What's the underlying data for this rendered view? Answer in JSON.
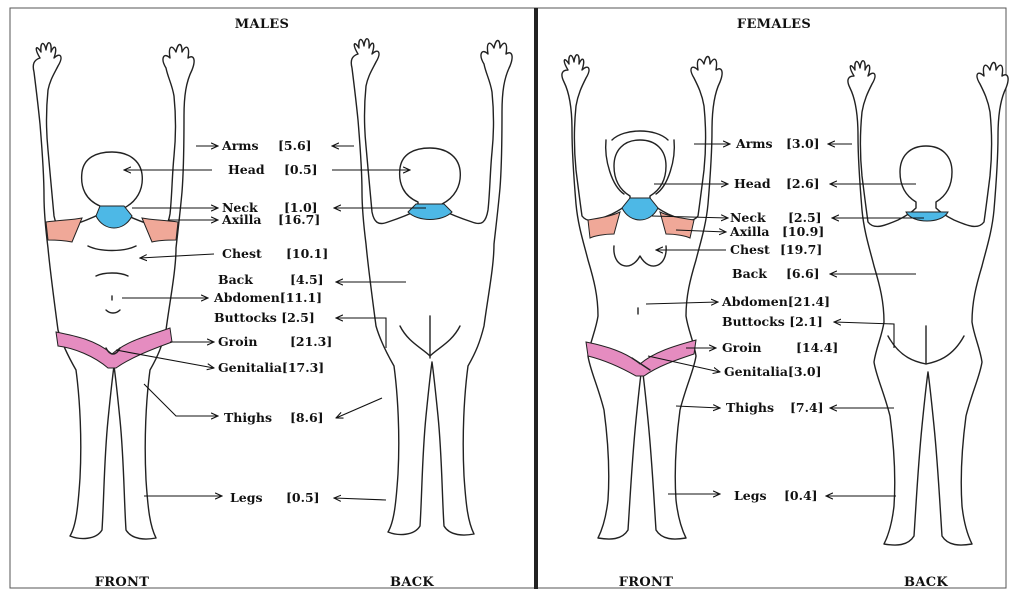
{
  "colors": {
    "neck": "#4db8e6",
    "axilla": "#f0a898",
    "groin": "#e58cc0",
    "outline": "#222222",
    "divider": "#222222"
  },
  "panels": {
    "males": {
      "title": "MALES",
      "front": "FRONT",
      "back": "BACK",
      "labels": {
        "arms": "Arms",
        "arms_value": "[5.6]",
        "head": "Head",
        "head_value": "[0.5]",
        "neck": "Neck",
        "neck_value": "[1.0]",
        "axilla": "Axilla",
        "axilla_value": "[16.7]",
        "chest": "Chest",
        "chest_value": "[10.1]",
        "back": "Back",
        "back_value": "[4.5]",
        "abdomen": "Abdomen[11.1]",
        "buttocks": "Buttocks [2.5]",
        "groin": "Groin",
        "groin_value": "[21.3]",
        "genitalia": "Genitalia[17.3]",
        "thighs": "Thighs",
        "thighs_value": "[8.6]",
        "legs": "Legs",
        "legs_value": "[0.5]"
      }
    },
    "females": {
      "title": "FEMALES",
      "front": "FRONT",
      "back": "BACK",
      "labels": {
        "arms": "Arms",
        "arms_value": "[3.0]",
        "head": "Head",
        "head_value": "[2.6]",
        "neck": "Neck",
        "neck_value": "[2.5]",
        "axilla": "Axilla",
        "axilla_value": "[10.9]",
        "chest": "Chest",
        "chest_value": "[19.7]",
        "back": "Back",
        "back_value": "[6.6]",
        "abdomen": "Abdomen[21.4]",
        "buttocks": "Buttocks [2.1]",
        "groin": "Groin",
        "groin_value": "[14.4]",
        "genitalia": "Genitalia[3.0]",
        "thighs": "Thighs",
        "thighs_value": "[7.4]",
        "legs": "Legs",
        "legs_value": "[0.4]"
      }
    }
  }
}
